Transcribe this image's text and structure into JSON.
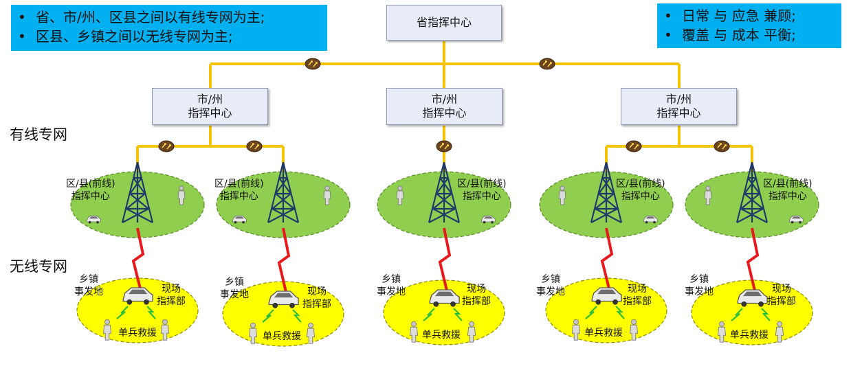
{
  "notes_left": [
    "省、市/州、区县之间以有线专网为主;",
    "区县、乡镇之间以无线专网为主;"
  ],
  "notes_right": [
    "日常 与 应急 兼顾;",
    "覆盖 与 成本 平衡;"
  ],
  "province_center": "省指挥中心",
  "city_center": "市/州\n指挥中心",
  "county_center": "区/县(前线)\n指挥中心",
  "side_labels": {
    "wired": "有线专网",
    "wireless": "无线专网"
  },
  "town_site": "乡镇\n事发地",
  "field_command": "现场\n指挥部",
  "soldier_rescue": "单兵救援",
  "colors": {
    "wire": "#f5c400",
    "county_zone": "#8fce4f",
    "town_zone": "#ffff00",
    "radio": "#e8191d",
    "note_bg": "#00b0f0"
  }
}
